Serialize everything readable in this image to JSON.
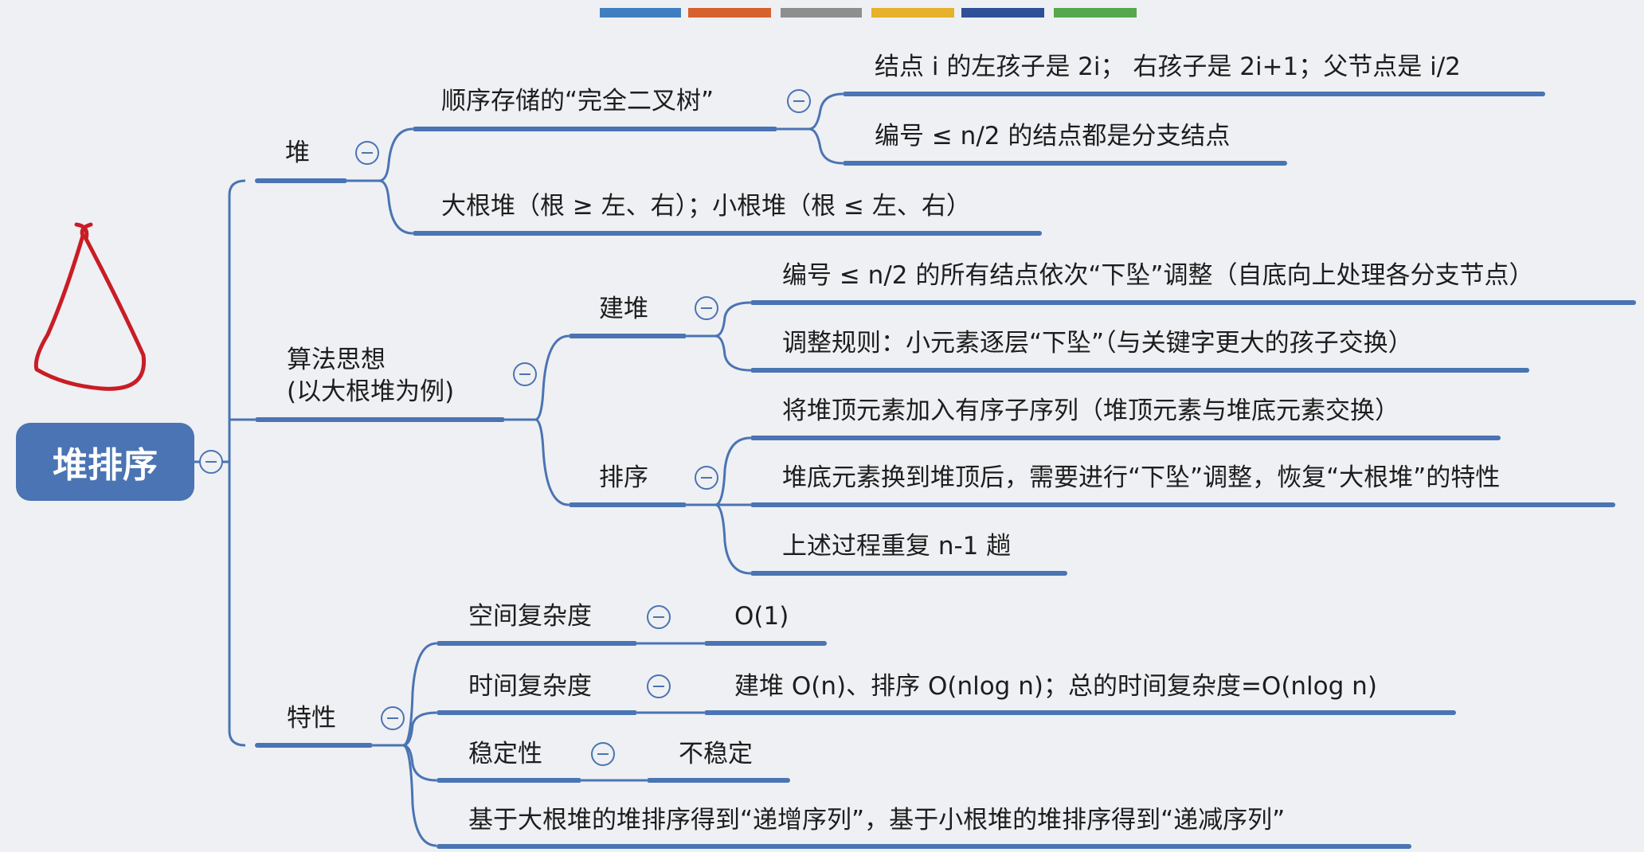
{
  "title_fragment": "堆排序 — 思维导图",
  "color_bar": [
    "#3f7fc0",
    "#d6602e",
    "#8e8e8e",
    "#e6b12b",
    "#2f4f99",
    "#55a84c"
  ],
  "root": "堆排序",
  "branches": {
    "heap": {
      "label": "堆",
      "seq_storage": "顺序存储的“完全二叉树”",
      "seq_leaf1": "结点 i 的左孩子是 2i； 右孩子是 2i+1；父节点是 i/2",
      "seq_leaf2": "编号 ≤ n/2 的结点都是分支结点",
      "big_small": "大根堆（根 ≥ 左、右）；小根堆（根 ≤ 左、右）"
    },
    "algo": {
      "label_line1": "算法思想",
      "label_line2": "(以大根堆为例)",
      "build": "建堆",
      "build_leaf1": "编号 ≤ n/2 的所有结点依次“下坠”调整（自底向上处理各分支节点）",
      "build_leaf2": "调整规则：小元素逐层“下坠”（与关键字更大的孩子交换）",
      "sort": "排序",
      "sort_leaf1": "将堆顶元素加入有序子序列（堆顶元素与堆底元素交换）",
      "sort_leaf2": "堆底元素换到堆顶后，需要进行“下坠”调整，恢复“大根堆”的特性",
      "sort_leaf3": "上述过程重复 n-1 趟"
    },
    "prop": {
      "label": "特性",
      "space": "空间复杂度",
      "space_val": "O(1)",
      "time": "时间复杂度",
      "time_val": "建堆 O(n)、排序 O(nlog n)；总的时间复杂度=O(nlog n)",
      "stable": "稳定性",
      "stable_val": "不稳定",
      "order": "基于大根堆的堆排序得到“递增序列”，基于小根堆的堆排序得到“递减序列”"
    }
  }
}
